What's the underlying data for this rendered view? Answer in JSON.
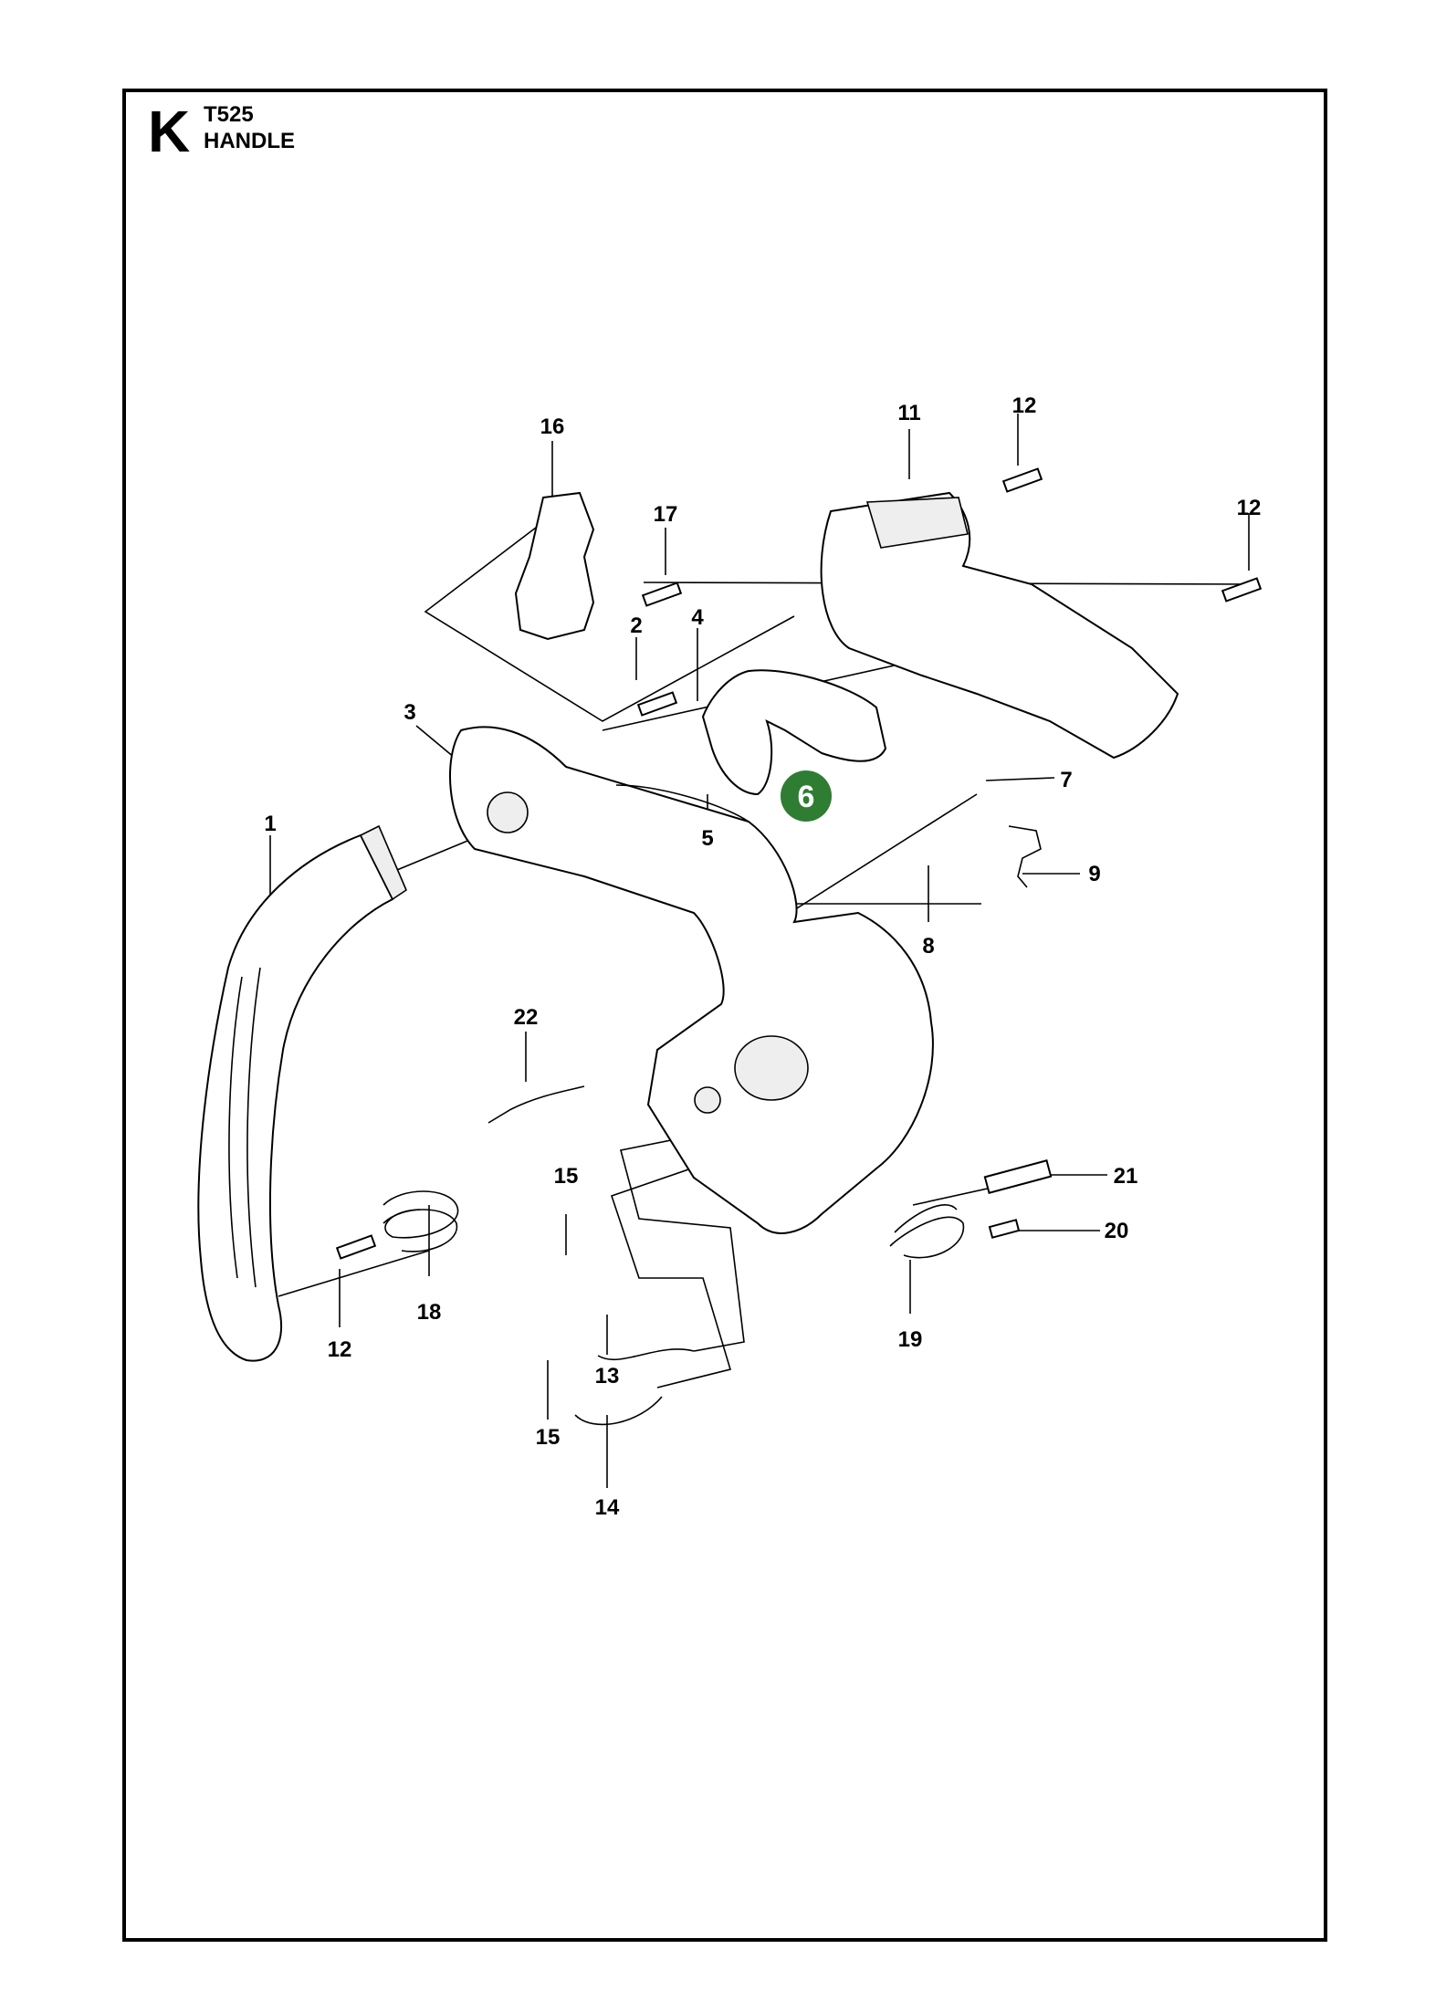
{
  "header": {
    "section_letter": "K",
    "model": "T525",
    "title": "HANDLE"
  },
  "callouts": {
    "c1": "1",
    "c2": "2",
    "c3": "3",
    "c4": "4",
    "c5": "5",
    "c6": "6",
    "c7": "7",
    "c8": "8",
    "c9": "9",
    "c11": "11",
    "c12a": "12",
    "c12b": "12",
    "c12c": "12",
    "c13": "13",
    "c14": "14",
    "c15a": "15",
    "c15b": "15",
    "c16": "16",
    "c17": "17",
    "c18": "18",
    "c19": "19",
    "c20": "20",
    "c21": "21",
    "c22": "22"
  },
  "highlight": {
    "callout": "c6",
    "color": "#2e7d32"
  }
}
